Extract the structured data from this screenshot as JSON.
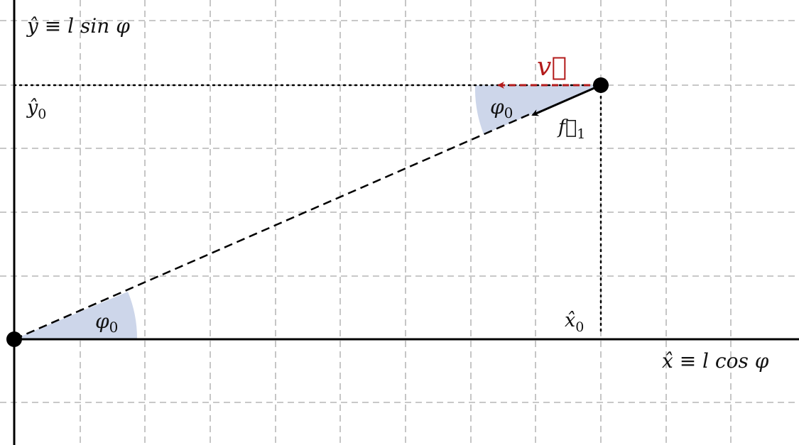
{
  "colors": {
    "background": "#ffffff",
    "grid": "#a8a8a8",
    "axes": "#000000",
    "velocity": "#b31b1b",
    "angle_fill": "#cdd6ea"
  },
  "labels": {
    "y_axis": {
      "main": "ŷ ≡ l sin φ"
    },
    "x_axis": {
      "main": "x̂ ≡ l cos φ"
    },
    "y0": {
      "base": "ŷ",
      "sub": "0"
    },
    "x0": {
      "base": "x̂",
      "sub": "0"
    },
    "phi_origin": {
      "base": "φ",
      "sub": "0"
    },
    "phi_point": {
      "base": "φ",
      "sub": "0"
    },
    "velocity": {
      "base": "v⃗"
    },
    "force": {
      "base": "f⃗",
      "sub": "1"
    }
  }
}
